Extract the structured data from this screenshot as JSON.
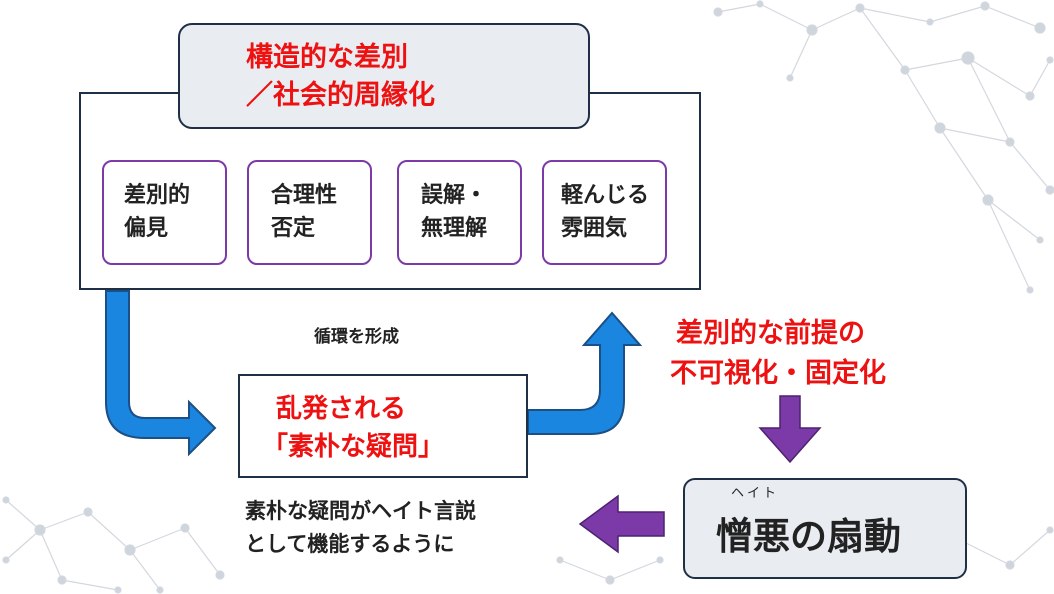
{
  "title": {
    "line1": "構造的な差別",
    "line2": "／社会的周縁化"
  },
  "cards": [
    {
      "line1": "差別的",
      "line2": "偏見"
    },
    {
      "line1": "合理性",
      "line2": "否定"
    },
    {
      "line1": "誤解・",
      "line2": "無理解"
    },
    {
      "line1": "軽んじる",
      "line2": "雰囲気"
    }
  ],
  "cycle_label": "循環を形成",
  "center": {
    "line1": "乱発される",
    "line2": "「素朴な疑問」"
  },
  "premise": {
    "line1": "差別的な前提の",
    "line2": "不可視化・固定化"
  },
  "incite": {
    "ruby": "ヘイト",
    "label": "憎悪の扇動"
  },
  "bottom": {
    "line1": "素朴な疑問がヘイト言説",
    "line2": "として機能するように"
  },
  "colors": {
    "accent_red": "#ee1111",
    "blue_arrow": "#1a86e0",
    "purple": "#7c3aa8",
    "border_dark": "#1f2f46",
    "box_fill": "#e9edf2"
  }
}
